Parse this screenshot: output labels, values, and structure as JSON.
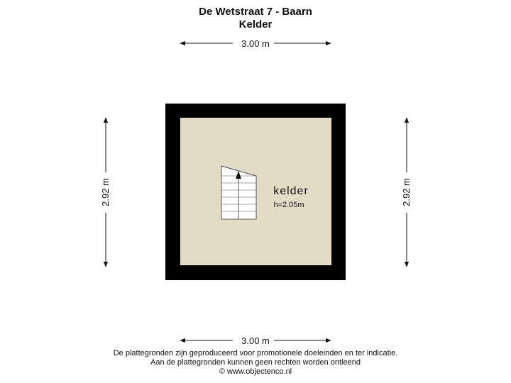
{
  "header": {
    "address": "De Wetstraat 7 - Baarn",
    "floor": "Kelder"
  },
  "dimensions": {
    "top": "3.00 m",
    "bottom": "3.00 m",
    "left": "2.92 m",
    "right": "2.92 m"
  },
  "room": {
    "name": "kelder",
    "height": "h=2.05m"
  },
  "colors": {
    "wall": "#000000",
    "floor": "#e2dbc5",
    "stairs": "#ffffff"
  },
  "footer": {
    "line1": "De plattegronden zijn geproduceerd voor promotionele doeleinden en ter indicatie.",
    "line2": "Aan de plattegronden kunnen geen rechten worden ontleend",
    "line3": "© www.objectenco.nl"
  }
}
